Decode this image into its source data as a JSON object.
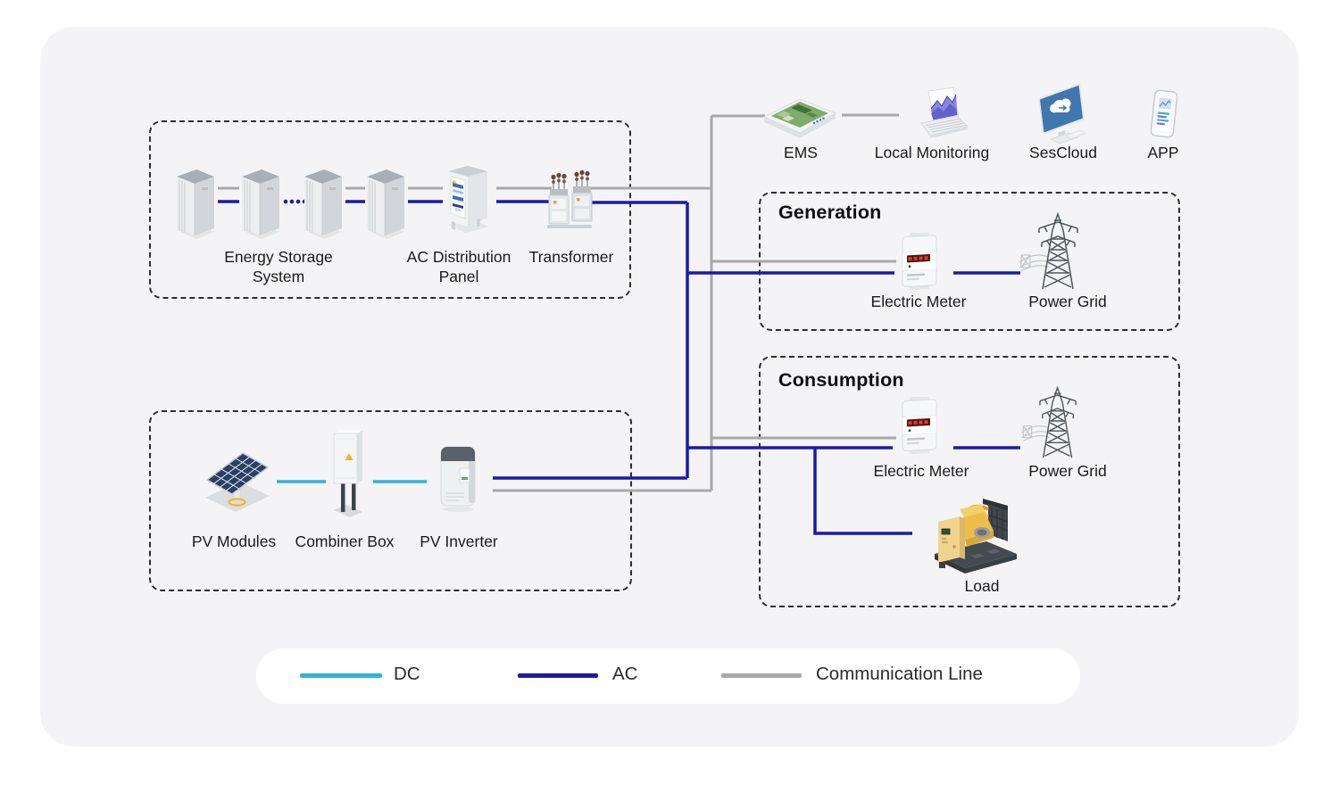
{
  "app": {
    "background": "#ffffff",
    "panel_bg": "#f4f4f6"
  },
  "groups": {
    "storage": {
      "ess_label": "Energy Storage System",
      "acdp_label": "AC Distribution Panel",
      "transformer_label": "Transformer"
    },
    "pv": {
      "modules_label": "PV Modules",
      "combiner_label": "Combiner Box",
      "inverter_label": "PV Inverter"
    },
    "monitoring": {
      "ems_label": "EMS",
      "local_monitoring_label": "Local Monitoring",
      "sescloud_label": "SesCloud",
      "app_label": "APP"
    },
    "generation": {
      "title": "Generation",
      "meter_label": "Electric Meter",
      "grid_label": "Power Grid"
    },
    "consumption": {
      "title": "Consumption",
      "meter_label": "Electric Meter",
      "grid_label": "Power Grid",
      "load_label": "Load"
    }
  },
  "legend": {
    "dc": {
      "label": "DC",
      "color": "#2fb3d6"
    },
    "ac": {
      "label": "AC",
      "color": "#1c19a9"
    },
    "comm": {
      "label": "Communication Line",
      "color": "#a9a9a9"
    }
  },
  "icons": [
    "storage-cabinet-icon",
    "ac-distribution-panel-icon",
    "transformer-icon",
    "ems-device-icon",
    "local-monitoring-laptop-icon",
    "sescloud-monitor-icon",
    "app-phone-icon",
    "electric-meter-icon",
    "power-grid-tower-icon",
    "pv-modules-icon",
    "combiner-box-icon",
    "pv-inverter-icon",
    "load-generator-icon"
  ]
}
